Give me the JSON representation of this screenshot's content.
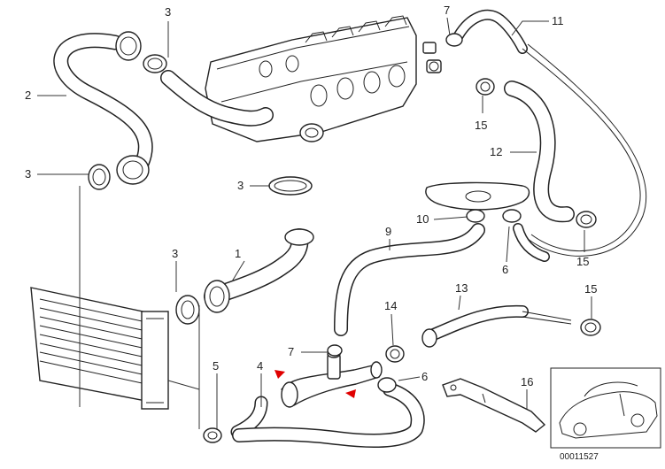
{
  "diagram": {
    "document_number": "00011527",
    "callouts": {
      "c1": "1",
      "c2": "2",
      "c3a": "3",
      "c3b": "3",
      "c3c": "3",
      "c3d": "3",
      "c4": "4",
      "c5": "5",
      "c6a": "6",
      "c6b": "6",
      "c7a": "7",
      "c7b": "7",
      "c9": "9",
      "c10": "10",
      "c11": "11",
      "c12": "12",
      "c13": "13",
      "c14": "14",
      "c15a": "15",
      "c15b": "15",
      "c15c": "15",
      "c16": "16"
    }
  }
}
